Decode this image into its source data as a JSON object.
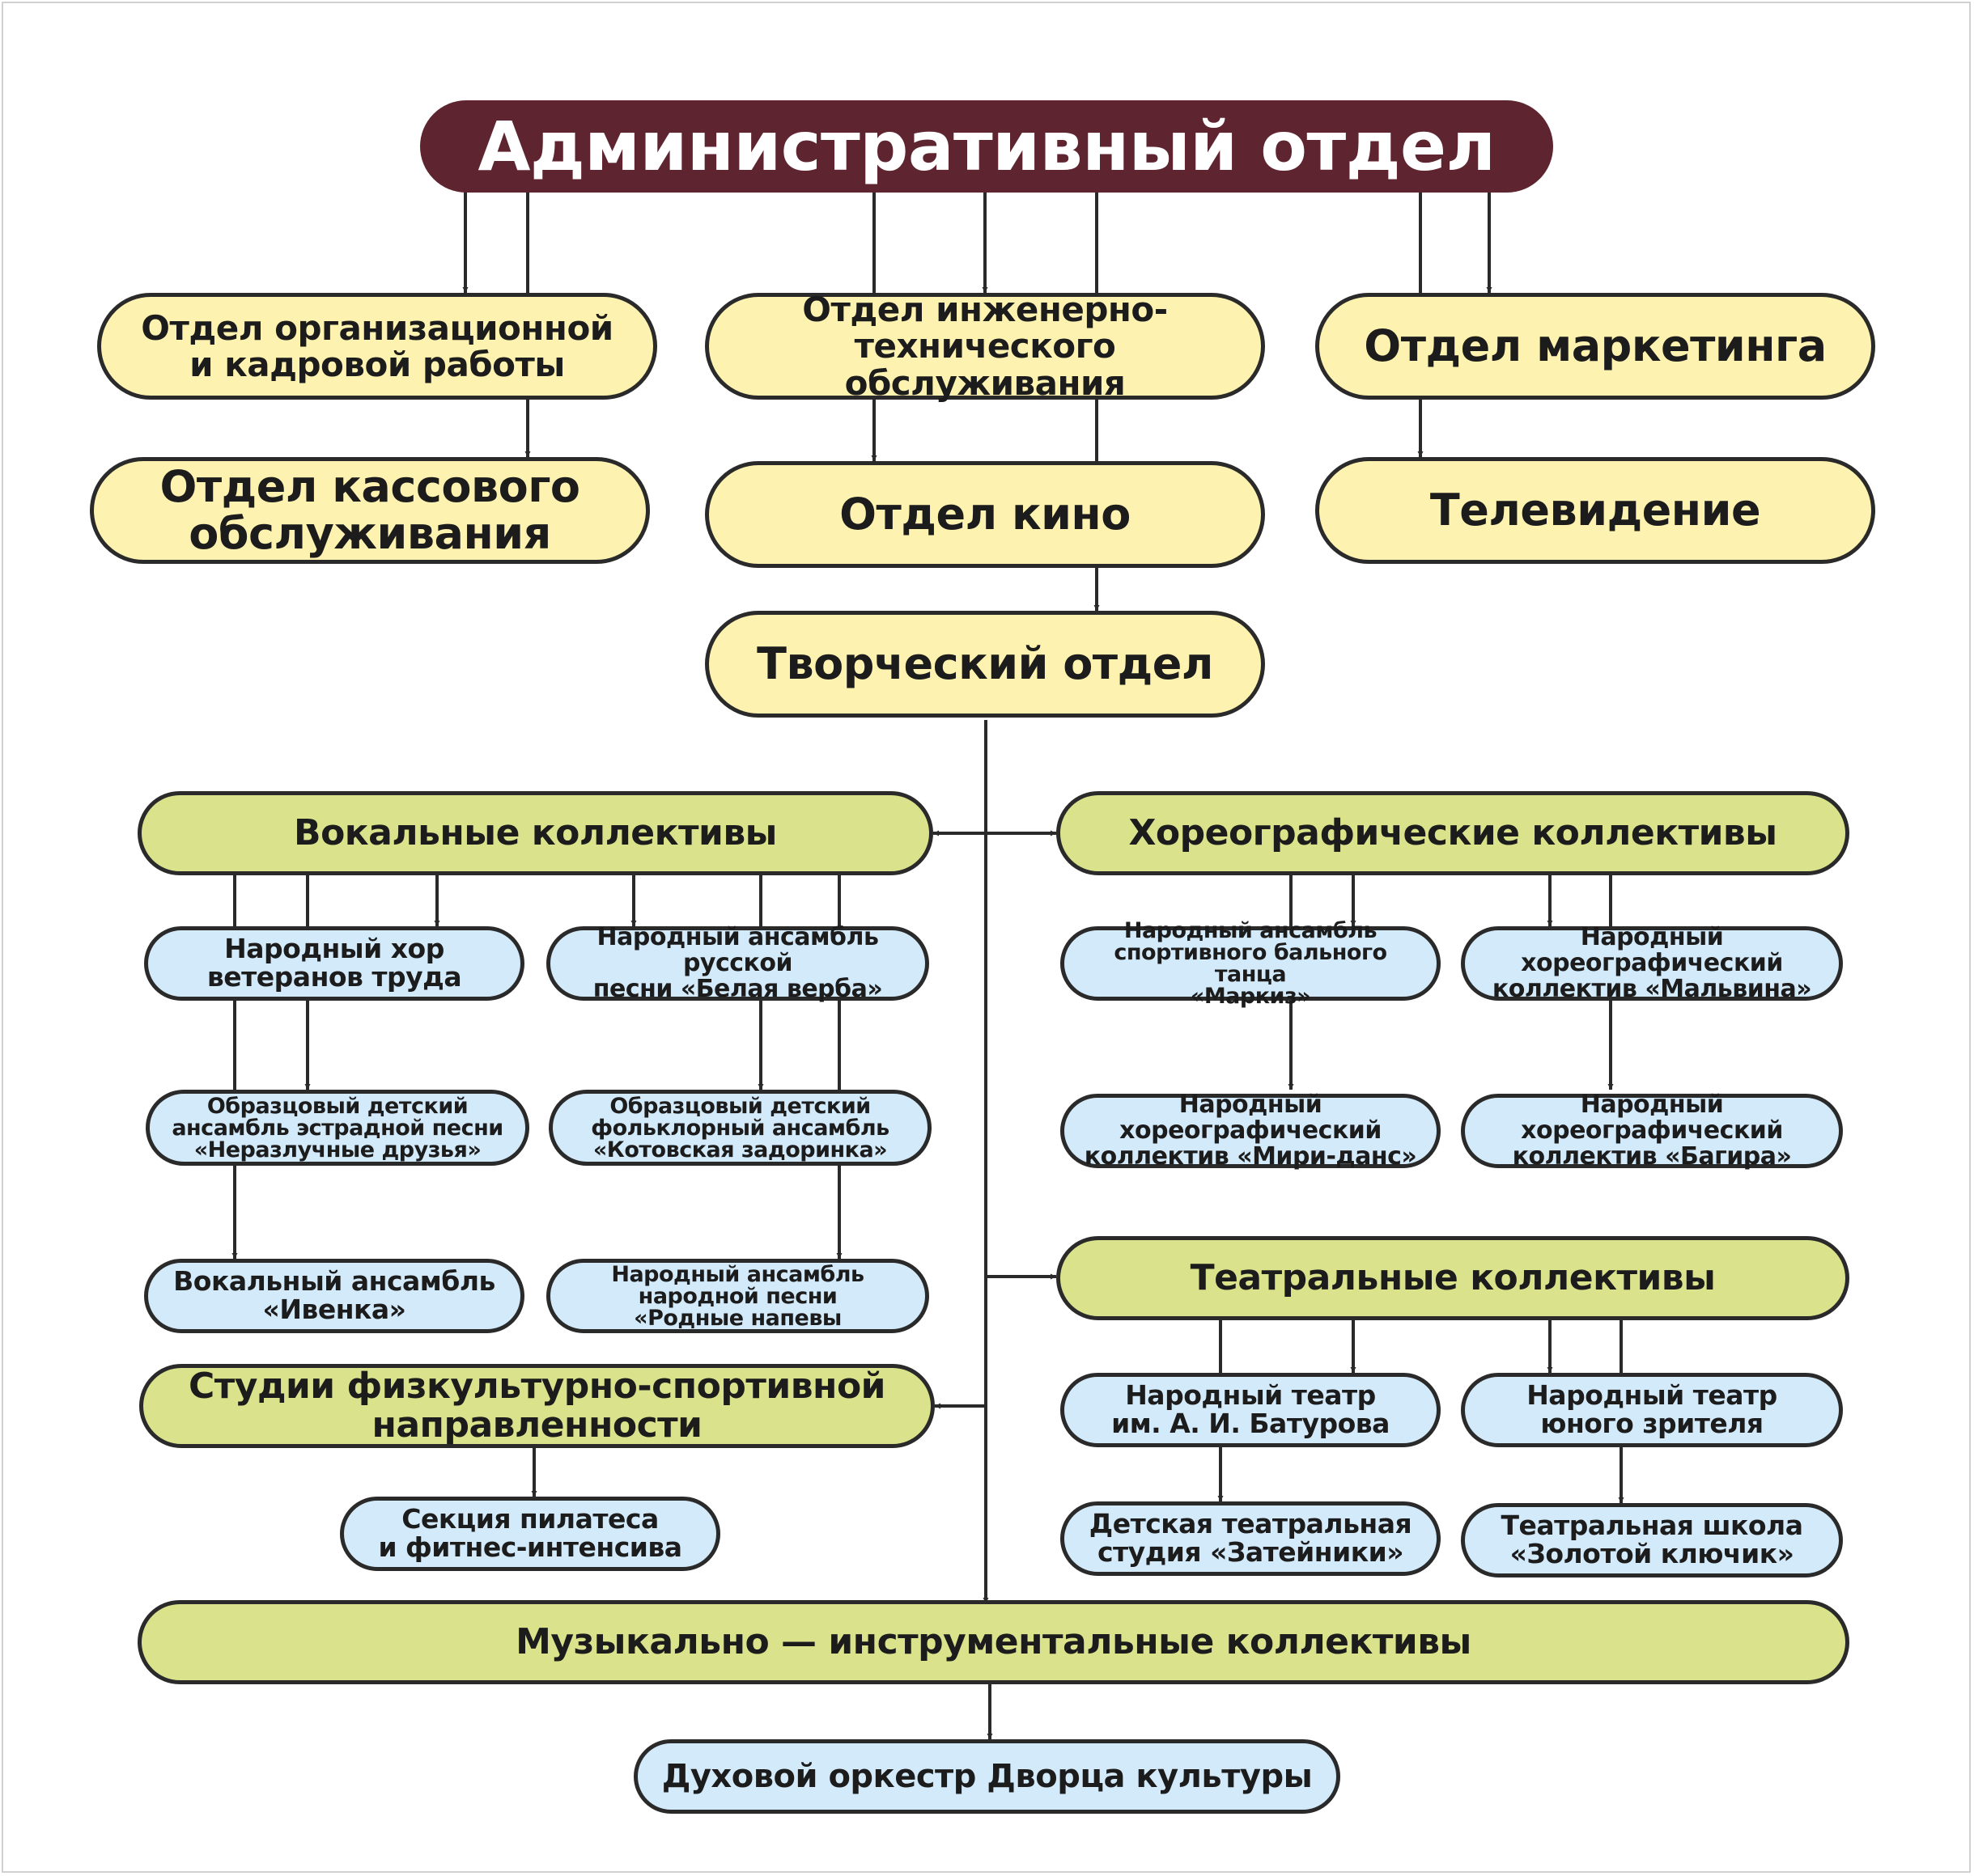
{
  "diagram": {
    "top": "Административный отдел",
    "departments": {
      "org_personnel": "Отдел организационной\nи кадровой работы",
      "engineering": "Отдел инженерно-\nтехнического обслуживания",
      "marketing": "Отдел маркетинга",
      "cashier": "Отдел кассового\nобслуживания",
      "cinema": "Отдел кино",
      "television": "Телевидение",
      "creative": "Творческий отдел"
    },
    "vocal": {
      "title": "Вокальные коллективы",
      "units": [
        "Народный хор\nветеранов труда",
        "Народный ансамбль русской\nпесни «Белая верба»",
        "Образцовый детский\nансамбль эстрадной песни\n«Неразлучные друзья»",
        "Образцовый детский\nфольклорный ансамбль\n«Котовская задоринка»",
        "Вокальный ансамбль\n«Ивенка»",
        "Народный ансамбль\nнародной песни\n«Родные напевы"
      ]
    },
    "choreo": {
      "title": "Хореографические коллективы",
      "units": [
        "Народный ансамбль\nспортивного  бального танца\n«Маркиз»",
        "Народный хореографический\nколлектив «Мальвина»",
        "Народный хореографический\nколлектив «Мири-данс»",
        "Народный хореографический\nколлектив «Багира»"
      ]
    },
    "theatre": {
      "title": "Театральные коллективы",
      "units": [
        "Народный театр\nим. А. И. Батурова",
        "Народный театр\nюного зрителя",
        "Детская театральная\nстудия «Затейники»",
        "Театральная школа\n«Золотой ключик»"
      ]
    },
    "sport": {
      "title": "Студии физкультурно-спортивной\nнаправленности",
      "units": [
        "Секция пилатеса\nи фитнес-интенсива"
      ]
    },
    "music": {
      "title": "Музыкально — инструментальные коллективы",
      "units": [
        "Духовой оркестр Дворца культуры"
      ]
    }
  },
  "colors": {
    "top_fill": "#5e2430",
    "department_fill": "#fdf2b0",
    "group_fill": "#dbe28c",
    "unit_fill": "#d3eafa",
    "outline": "#2a2a2a"
  }
}
